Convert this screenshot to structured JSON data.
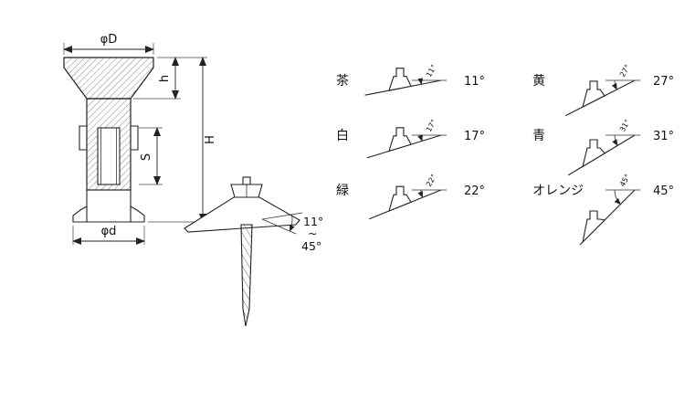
{
  "drawing": {
    "dim_phiD": "φD",
    "dim_h": "h",
    "dim_H": "H",
    "dim_S": "S",
    "dim_phid": "φd"
  },
  "screw": {
    "angle_min": "11°",
    "tilde": "~",
    "angle_max": "45°"
  },
  "variants": [
    {
      "name": "茶",
      "angle": "11°"
    },
    {
      "name": "白",
      "angle": "17°"
    },
    {
      "name": "緑",
      "angle": "22°"
    },
    {
      "name": "黄",
      "angle": "27°"
    },
    {
      "name": "青",
      "angle": "31°"
    },
    {
      "name": "オレンジ",
      "angle": "45°"
    }
  ],
  "palette": {
    "line": "#222222",
    "background": "#ffffff"
  }
}
